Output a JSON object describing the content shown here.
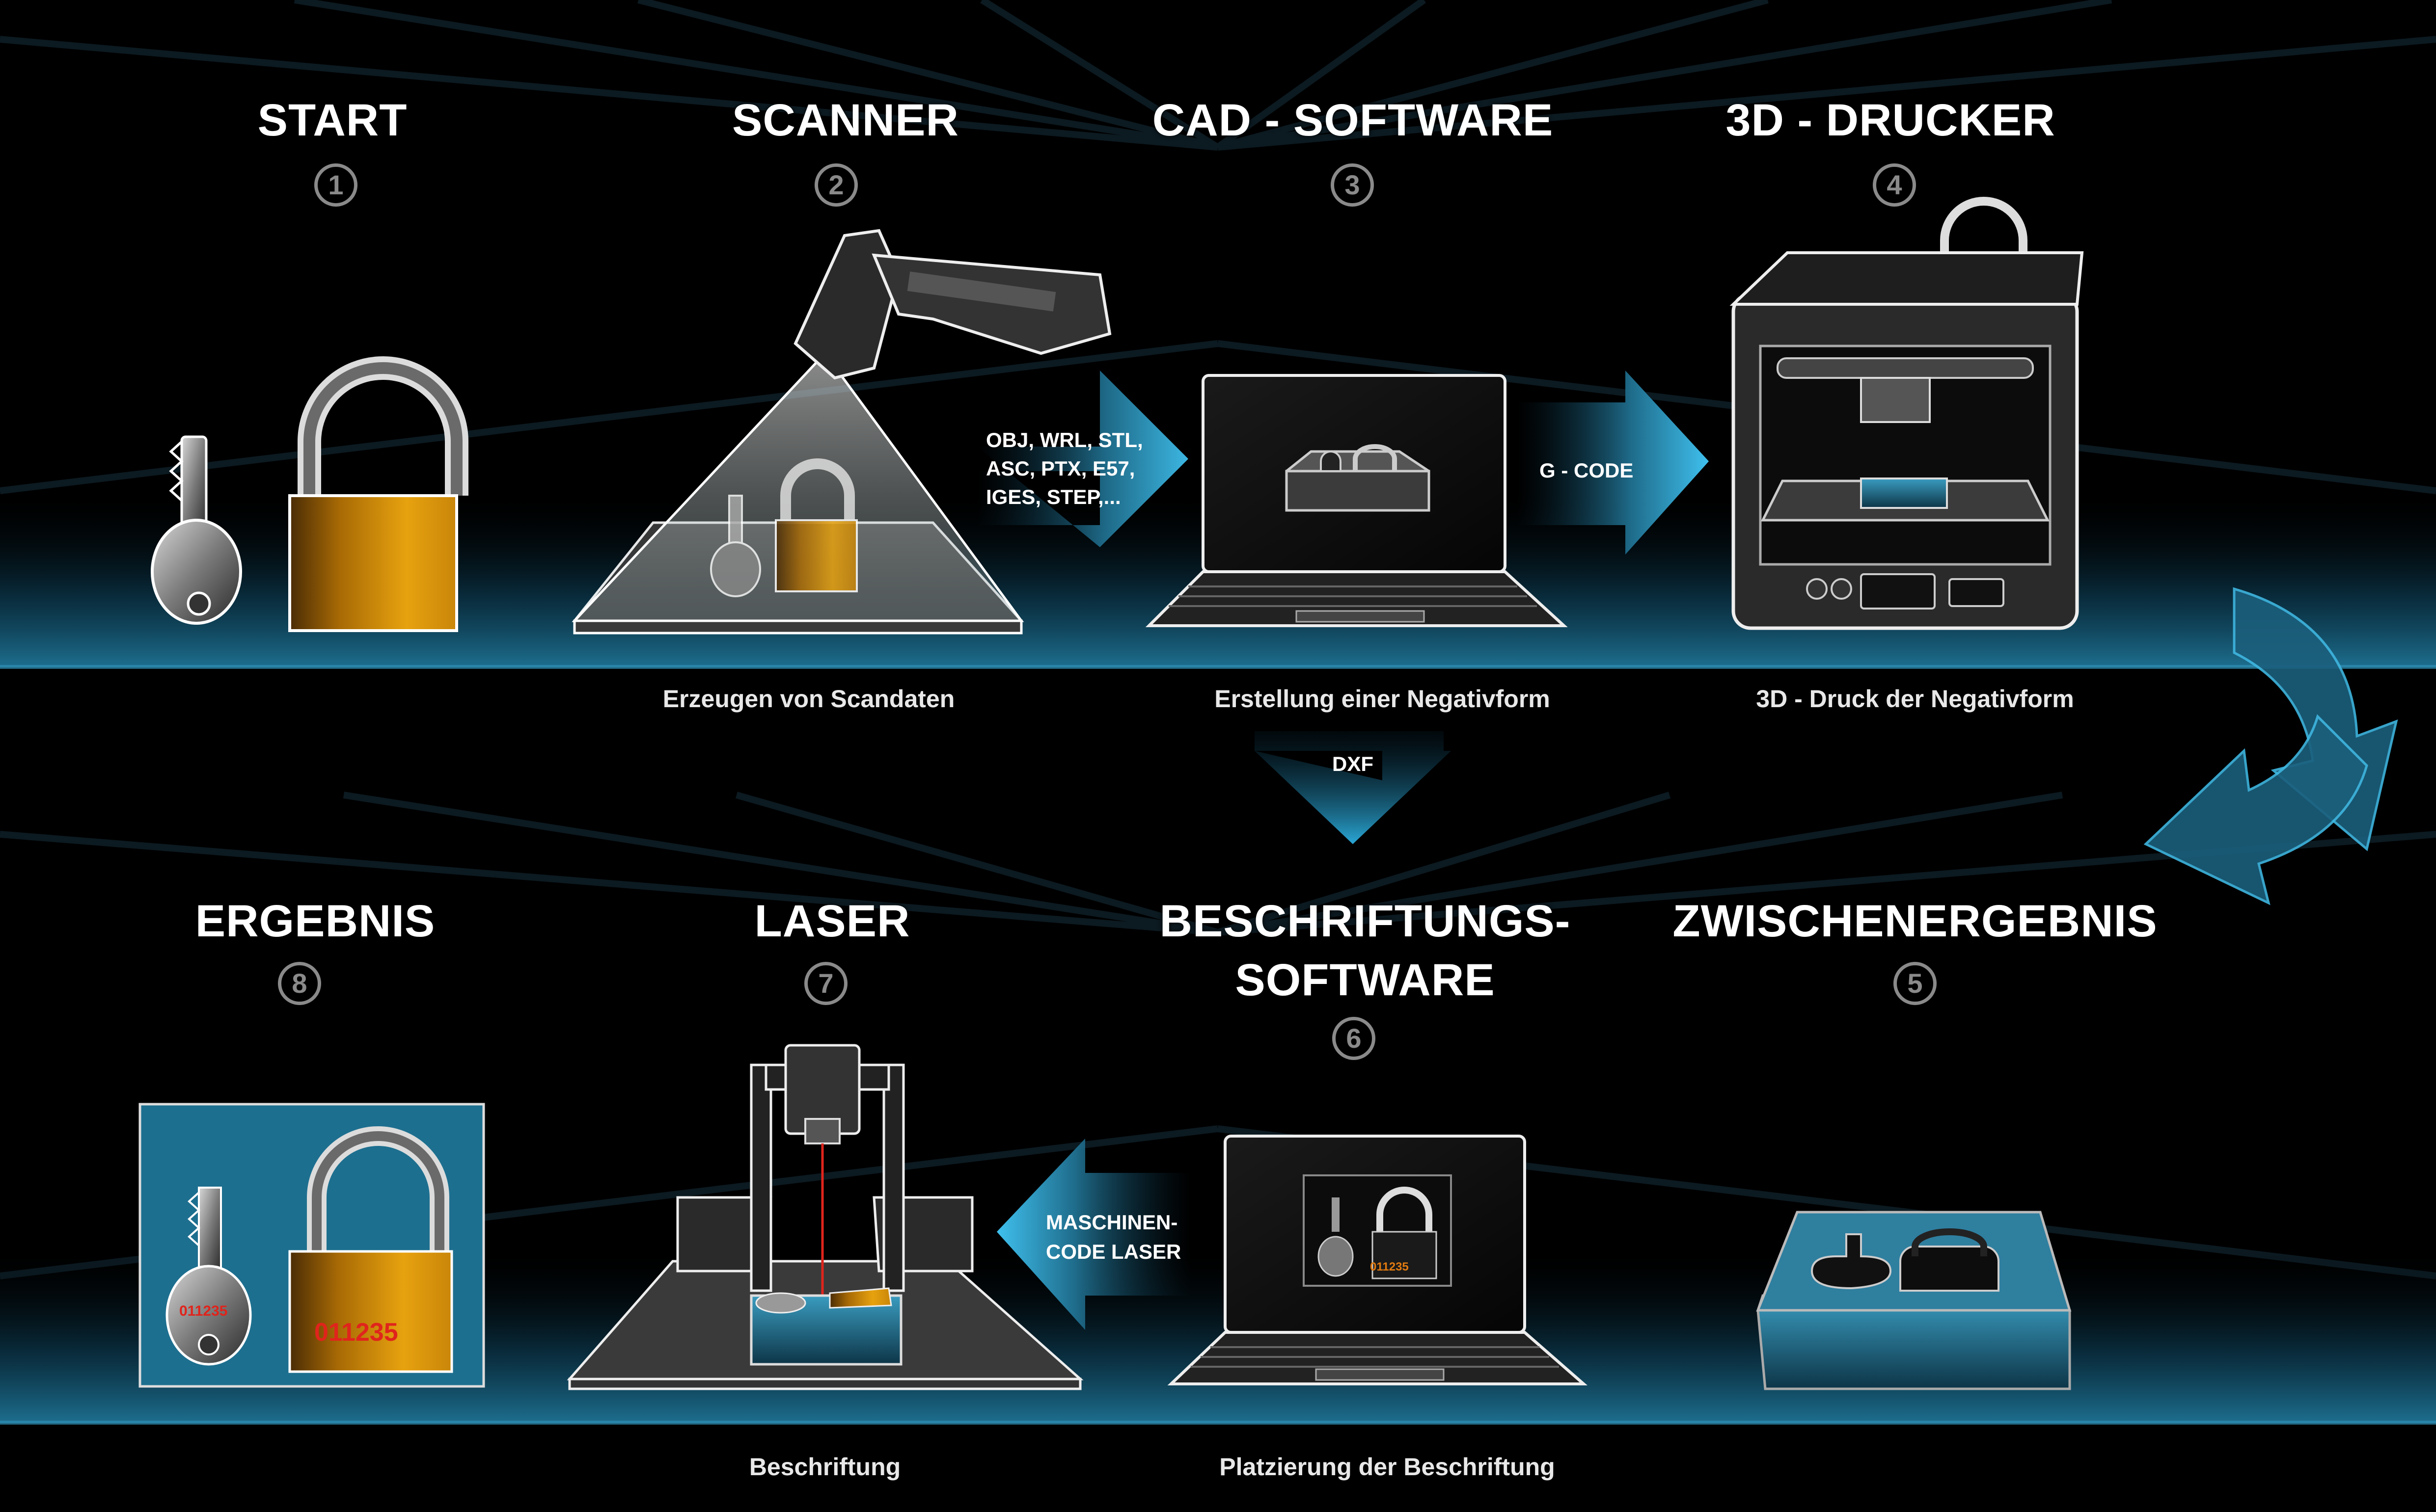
{
  "steps": [
    {
      "title": "START",
      "number": "1"
    },
    {
      "title": "SCANNER",
      "number": "2",
      "caption": "Erzeugen von Scandaten"
    },
    {
      "title": "CAD - SOFTWARE",
      "number": "3",
      "caption": "Erstellung einer Negativform"
    },
    {
      "title": "3D - DRUCKER",
      "number": "4",
      "caption": "3D - Druck der Negativform"
    },
    {
      "title": "ZWISCHENERGEBNIS",
      "number": "5"
    },
    {
      "title_line1": "BESCHRIFTUNGS-",
      "title_line2": "SOFTWARE",
      "number": "6",
      "caption": "Platzierung der Beschriftung"
    },
    {
      "title": "LASER",
      "number": "7",
      "caption": "Beschriftung"
    },
    {
      "title": "ERGEBNIS",
      "number": "8"
    }
  ],
  "arrows": {
    "scan_formats_line1": "OBJ, WRL, STL,",
    "scan_formats_line2": "ASC, PTX, E57,",
    "scan_formats_line3": "IGES, STEP,...",
    "gcode": "G - CODE",
    "dxf": "DXF",
    "machine_code_line1": "MASCHINEN-",
    "machine_code_line2": "CODE LASER"
  },
  "engraving": {
    "serial": "011235"
  },
  "colors": {
    "background": "#000000",
    "accent_glow": "#1d6f8f",
    "arrow_blue": "#2aa7d6",
    "gold": "#d9960a",
    "engraving_red": "#e0241c"
  }
}
